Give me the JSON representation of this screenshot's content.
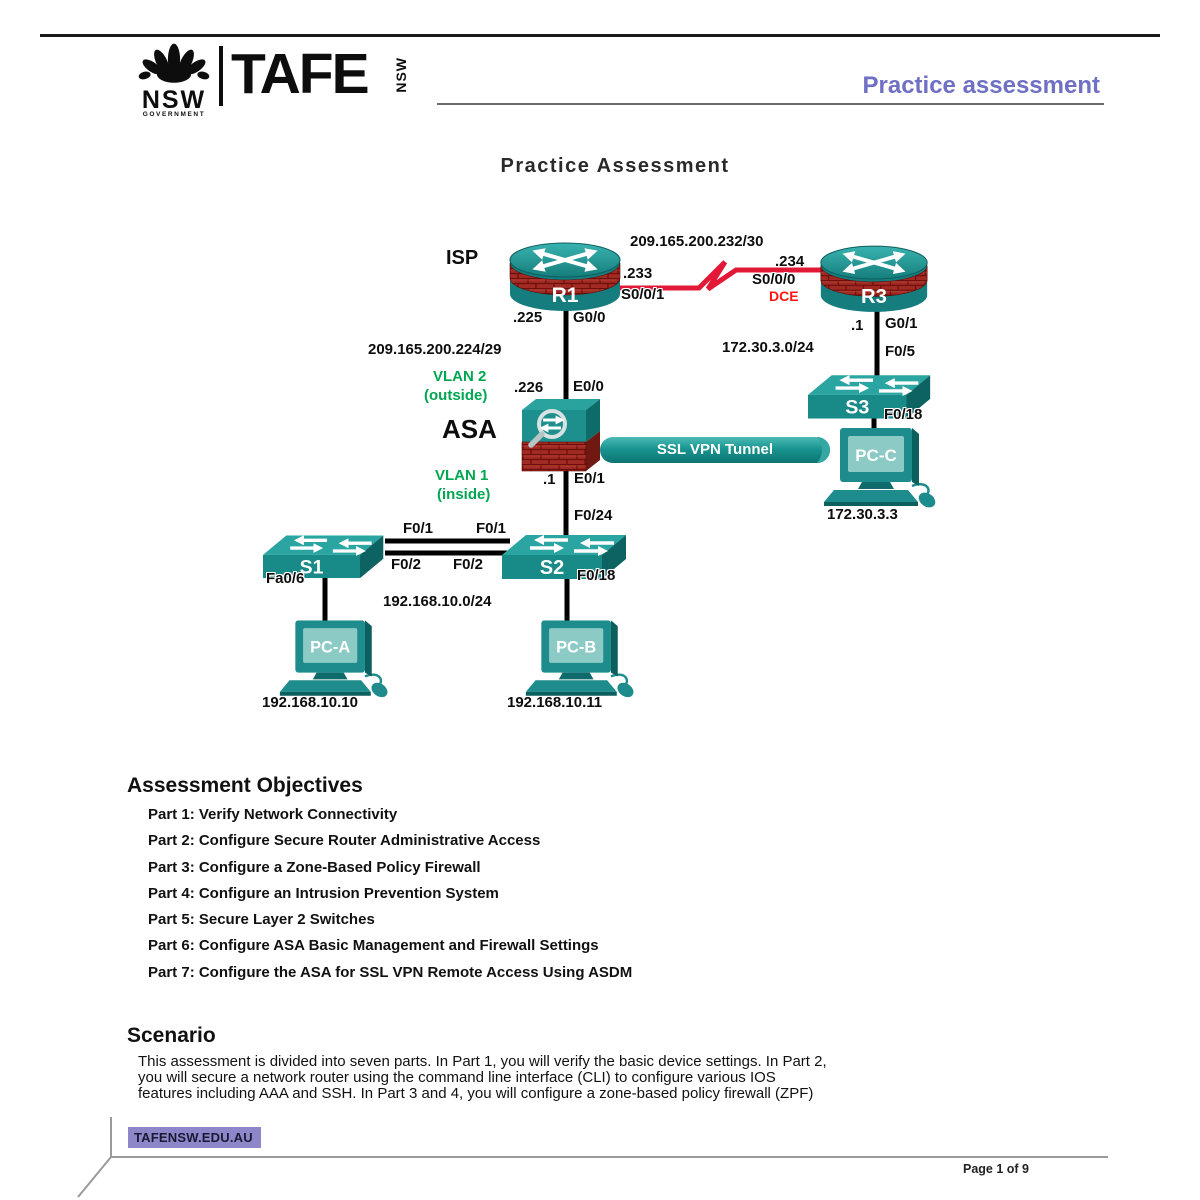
{
  "colors": {
    "accent_purple": "#6f6fc4",
    "footer_purple": "#8d86c9",
    "device_teal": "#1d8f8c",
    "brick_red": "#9b2420",
    "serial_link_red": "#e31837",
    "vlan_green": "#00a651"
  },
  "header": {
    "logo": {
      "nsw": "NSW",
      "government": "GOVERNMENT",
      "tafe": "TAFE",
      "tafe_state": "NSW"
    },
    "title": "Practice assessment"
  },
  "doc_title": "Practice Assessment",
  "diagram": {
    "devices": {
      "r1": {
        "name": "R1"
      },
      "r3": {
        "name": "R3"
      },
      "asa": {
        "name": "ASA"
      },
      "s1": {
        "name": "S1"
      },
      "s2": {
        "name": "S2"
      },
      "s3": {
        "name": "S3"
      },
      "pc_a": {
        "name": "PC-A",
        "ip": "192.168.10.10"
      },
      "pc_b": {
        "name": "PC-B",
        "ip": "192.168.10.11"
      },
      "pc_c": {
        "name": "PC-C",
        "ip": "172.30.3.3"
      }
    },
    "labels": {
      "isp": "ISP",
      "serial_subnet": "209.165.200.232/30",
      "r1_serial_ip": ".233",
      "r1_serial_if": "S0/0/1",
      "r3_serial_ip": ".234",
      "r3_serial_if": "S0/0/0",
      "dce": "DCE",
      "r1_lan_ip": ".225",
      "r1_lan_if": "G0/0",
      "outside_subnet": "209.165.200.224/29",
      "vlan2": "VLAN 2",
      "vlan2_zone": "(outside)",
      "asa_outside_ip": ".226",
      "asa_outside_if": "E0/0",
      "asa": "ASA",
      "vlan1": "VLAN 1",
      "vlan1_zone": "(inside)",
      "asa_inside_ip": ".1",
      "asa_inside_if": "E0/1",
      "s2_uplink_if": "F0/24",
      "r3_lan_ip": ".1",
      "r3_lan_if": "G0/1",
      "r3_subnet": "172.30.3.0/24",
      "s3_uplink_if": "F0/5",
      "s3_pc_if": "F0/18",
      "ssl_tunnel": "SSL VPN Tunnel",
      "trunk1_s1_if": "F0/1",
      "trunk1_s2_if": "F0/1",
      "trunk2_s1_if": "F0/2",
      "trunk2_s2_if": "F0/2",
      "s1_pc_if": "Fa0/6",
      "s2_pc_if": "F0/18",
      "inside_subnet": "192.168.10.0/24"
    }
  },
  "objectives": {
    "heading": "Assessment Objectives",
    "items": [
      "Part 1: Verify Network Connectivity",
      "Part 2: Configure Secure Router Administrative Access",
      "Part 3: Configure a Zone-Based Policy Firewall",
      "Part 4: Configure an Intrusion Prevention System",
      "Part 5: Secure Layer 2 Switches",
      "Part 6: Configure ASA Basic Management and Firewall Settings",
      "Part 7: Configure the ASA for SSL VPN Remote Access Using ASDM"
    ]
  },
  "scenario": {
    "heading": "Scenario",
    "lines": [
      "This assessment is divided into seven parts. In Part 1, you will verify the basic device settings. In Part 2,",
      "you will secure a network router using the command line interface (CLI) to configure various IOS",
      "features including AAA and SSH. In Part 3 and 4, you will configure a zone-based policy firewall (ZPF)"
    ]
  },
  "footer": {
    "site": "TAFENSW.EDU.AU",
    "page": "Page 1 of 9"
  }
}
